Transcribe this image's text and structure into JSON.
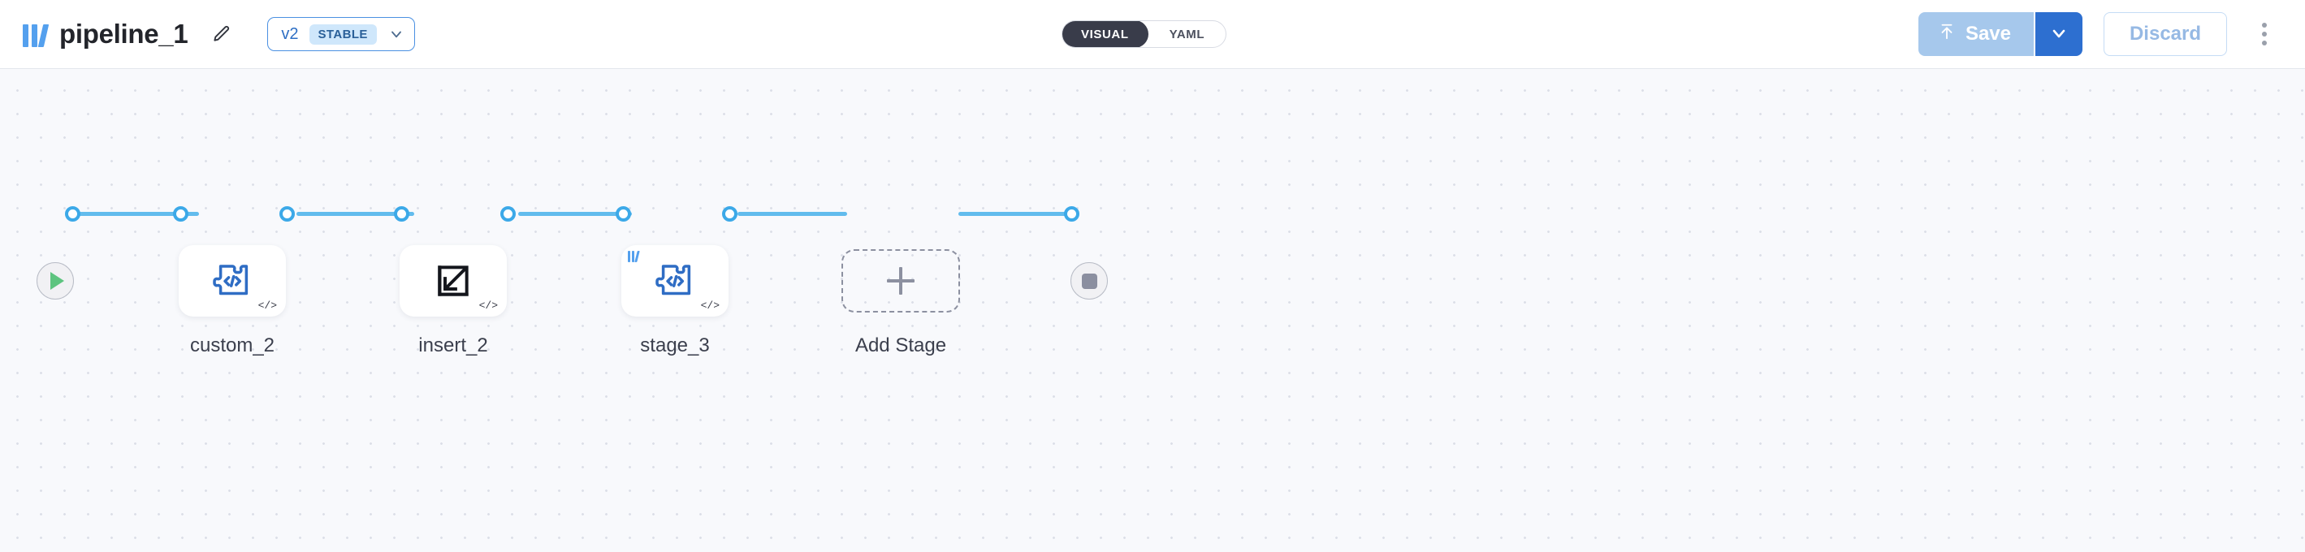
{
  "header": {
    "logo_icon": "pipeline-bars-logo",
    "title": "pipeline_1",
    "edit_icon": "pencil-icon",
    "version": {
      "label": "v2",
      "badge": "STABLE",
      "chevron_icon": "chevron-down-icon"
    },
    "mode_toggle": {
      "options": [
        {
          "label": "VISUAL",
          "active": true
        },
        {
          "label": "YAML",
          "active": false
        }
      ]
    },
    "actions": {
      "save_label": "Save",
      "save_icon": "upload-icon",
      "save_caret_icon": "chevron-down-icon",
      "discard_label": "Discard",
      "more_icon": "kebab-menu-icon"
    },
    "colors": {
      "accent_blue": "#2d6fd0",
      "save_disabled": "#a6c8ec",
      "toggle_active": "#393c4a",
      "badge_bg": "#cfe7fb"
    }
  },
  "canvas": {
    "background": "#f8f9fc",
    "edge_color": "#62bced",
    "start_node": {
      "icon": "play-icon",
      "name": "start"
    },
    "end_node": {
      "icon": "stop-icon",
      "name": "end"
    },
    "nodes": [
      {
        "label": "custom_2",
        "icon": "puzzle-code-icon",
        "badge": "</>",
        "corner_logo": false
      },
      {
        "label": "insert_2",
        "icon": "insert-arrow-icon",
        "badge": "</>",
        "corner_logo": false
      },
      {
        "label": "stage_3",
        "icon": "puzzle-code-icon",
        "badge": "</>",
        "corner_logo": true
      }
    ],
    "add_stage": {
      "label": "Add Stage",
      "icon": "plus-icon"
    }
  }
}
